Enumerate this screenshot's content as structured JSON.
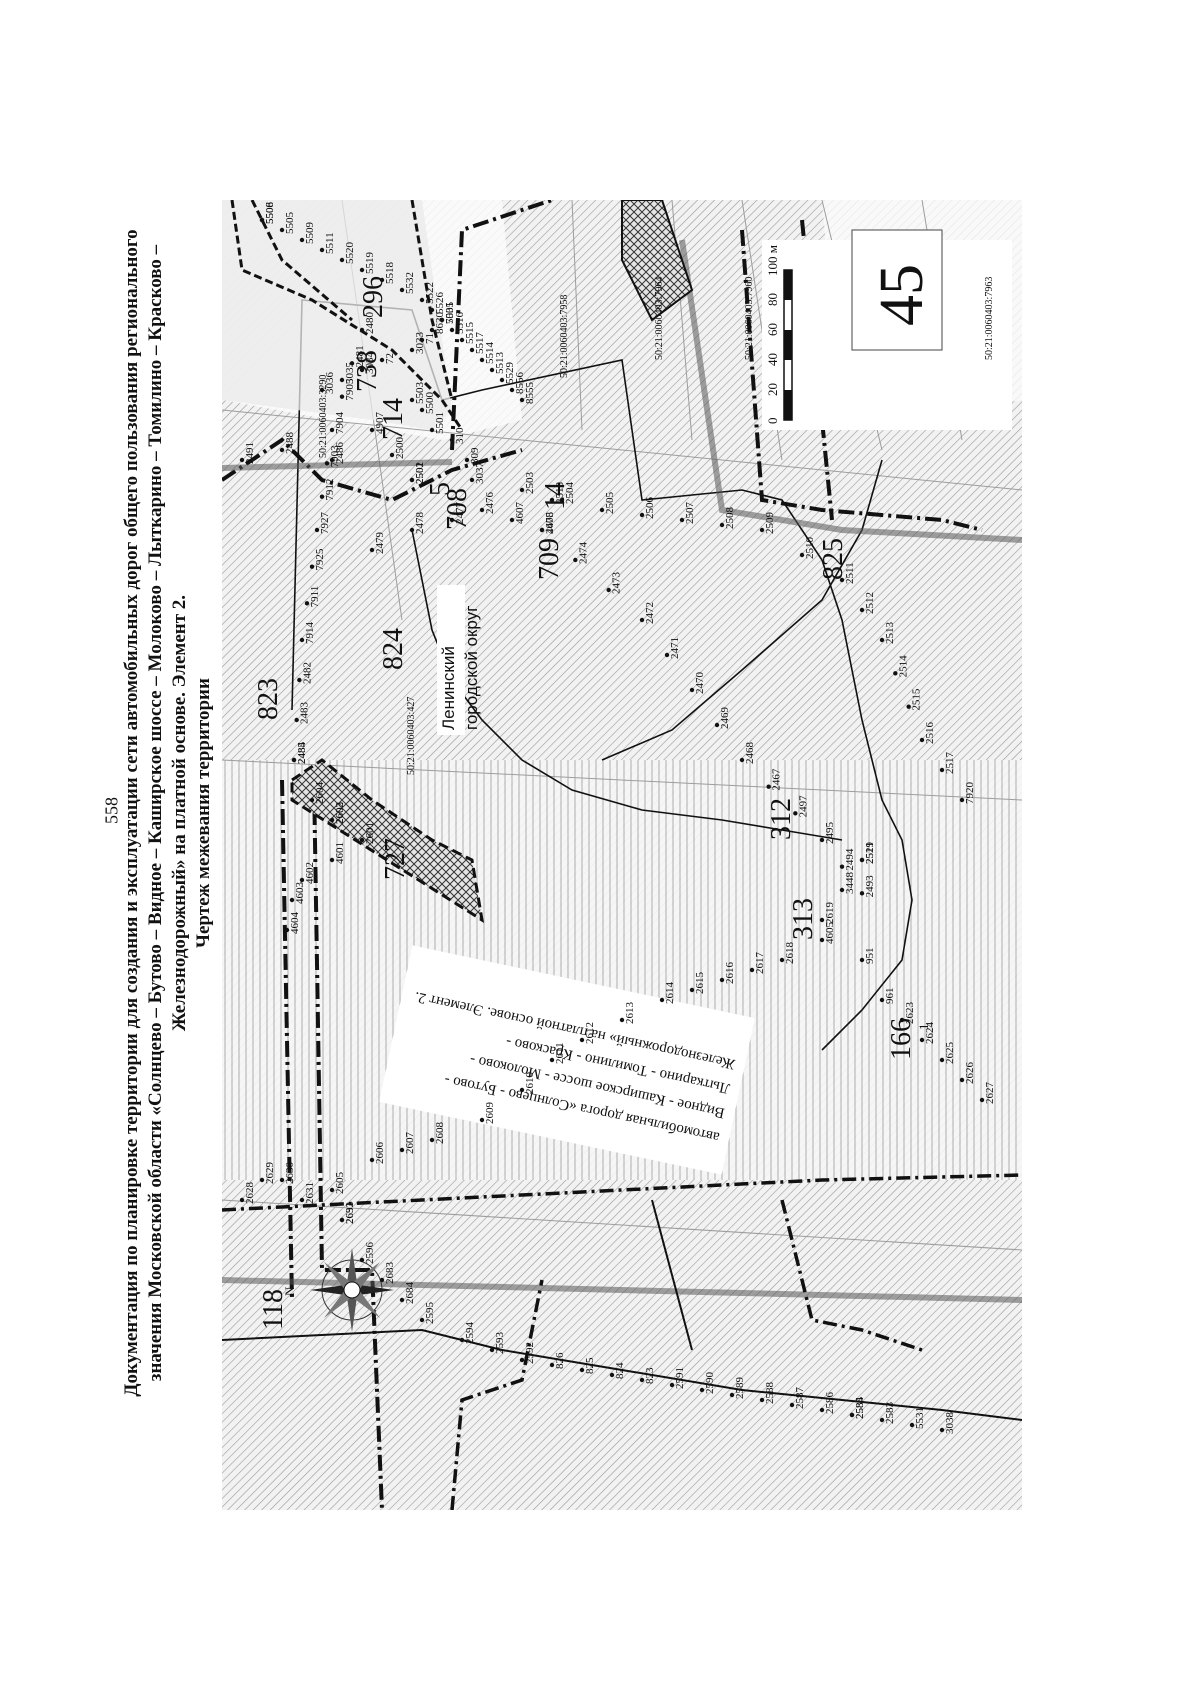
{
  "page": {
    "number": "558"
  },
  "title": {
    "lines": [
      "Документация по планировке территории для создания и эксплуатации сети автомобильных дорог общего пользования регионального",
      "значения Московской области «Солнцево – Бутово – Видное – Каширское шоссе – Молоково – Лыткарино – Томилино – Красково –",
      "Железнодорожный» на платной основе. Элемент 2.",
      "Чертеж межевания территории"
    ]
  },
  "map": {
    "sheet_number": "45",
    "district_label_line1": "Ленинский",
    "district_label_line2": "городской округ",
    "road_label_lines": [
      "автомобильная дорога «Солнцево - Бутово -",
      "Видное - Каширское шоссе - Молоково -",
      "Лыткарино - Томилино - Красково -",
      "Железнодорожный» на платной основе. Элемент 2."
    ],
    "compass_label": "N",
    "scale_bar": {
      "ticks": [
        "0",
        "20",
        "40",
        "60",
        "80",
        "100 м"
      ]
    },
    "parcel_labels": [
      "823",
      "824",
      "708",
      "14",
      "709",
      "825",
      "727",
      "312",
      "313",
      "296",
      "738",
      "714",
      "5",
      "118",
      "166",
      "1"
    ],
    "cadastral_numbers": [
      "50:21:0060403:427",
      "50:21:0060403:3290",
      "50:21:0060403:7958",
      "50:21:0060403:7964",
      "50:21:0060403:7960",
      "50:21:0060403:7963"
    ],
    "point_numbers": [
      "2485",
      "2484",
      "2483",
      "2482",
      "7914",
      "7911",
      "7925",
      "7927",
      "7912",
      "7903",
      "7904",
      "7905",
      "2481",
      "2480",
      "2479",
      "2478",
      "2477",
      "2476",
      "4607",
      "4608",
      "2475",
      "2474",
      "2473",
      "2472",
      "2471",
      "2470",
      "2469",
      "2468",
      "2467",
      "2497",
      "2495",
      "2494",
      "2493",
      "2491",
      "2488",
      "2486",
      "4907",
      "2500",
      "2501",
      "2502",
      "2503",
      "2504",
      "2505",
      "2506",
      "2507",
      "2508",
      "2509",
      "2510",
      "2511",
      "2512",
      "2513",
      "2514",
      "2515",
      "2516",
      "2517",
      "7920",
      "2518",
      "2521",
      "2519",
      "3448",
      "2619",
      "2618",
      "2617",
      "2616",
      "2615",
      "2614",
      "2613",
      "2612",
      "2611",
      "2610",
      "2609",
      "2608",
      "2607",
      "2606",
      "2605",
      "2604",
      "2603",
      "2602",
      "2601",
      "4601",
      "4602",
      "4603",
      "4604",
      "4605",
      "951",
      "961",
      "2623",
      "2624",
      "2625",
      "2626",
      "2627",
      "2628",
      "2629",
      "2630",
      "2631",
      "2632",
      "2691",
      "2596",
      "2683",
      "2684",
      "2595",
      "2594",
      "2593",
      "2592",
      "826",
      "825",
      "824",
      "823",
      "2591",
      "2590",
      "2589",
      "2588",
      "2587",
      "2586",
      "2585",
      "2584",
      "2583",
      "5531",
      "3038",
      "5503",
      "5500",
      "5501",
      "310",
      "309",
      "3037",
      "3036",
      "3035",
      "3034",
      "72",
      "3033",
      "71",
      "8630",
      "7001",
      "5508",
      "5506",
      "5505",
      "5509",
      "5511",
      "5520",
      "5519",
      "5518",
      "5532",
      "5522",
      "5526",
      "5535",
      "5516",
      "5515",
      "5517",
      "5514",
      "5513",
      "5529",
      "8556",
      "8555"
    ]
  }
}
